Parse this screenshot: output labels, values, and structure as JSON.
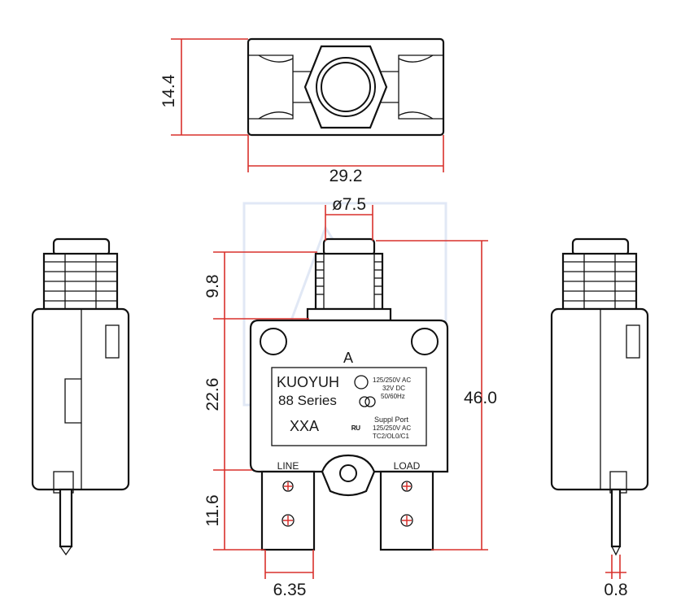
{
  "dimensions": {
    "top_height": "14.4",
    "top_width": "29.2",
    "button_diameter": "ø7.5",
    "button_height": "9.8",
    "body_height": "22.6",
    "terminal_height": "11.6",
    "total_height": "46.0",
    "terminal_width": "6.35",
    "terminal_thickness": "0.8"
  },
  "label": {
    "rating": "A",
    "brand": "KUOYUH",
    "series": "88 Series",
    "model": "XXA",
    "spec1": "125/250V AC",
    "spec2": "32V DC",
    "spec3": "50/60Hz",
    "supp": "Suppl Port",
    "spec4": "125/250V AC",
    "spec5": "TC2/OL0/C1"
  },
  "terminals": {
    "left": "LINE",
    "right": "LOAD"
  },
  "colors": {
    "dimension_line": "#d9302c",
    "outline": "#111111",
    "watermark": "#c9d6ee"
  }
}
